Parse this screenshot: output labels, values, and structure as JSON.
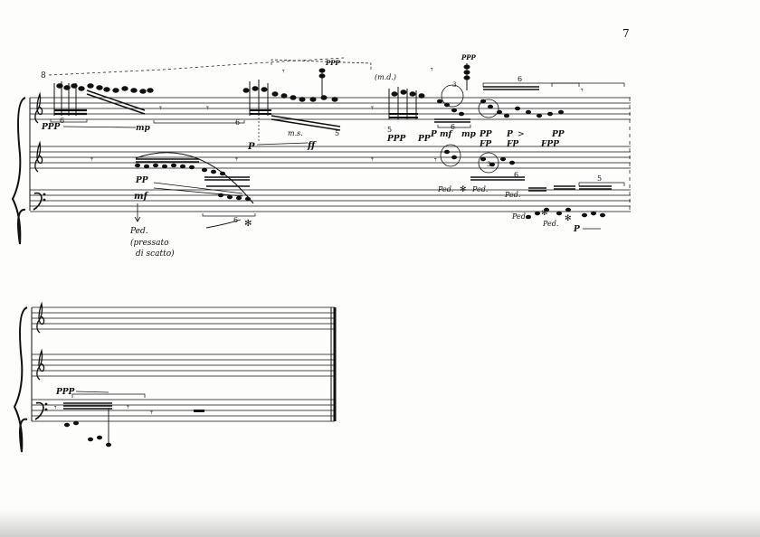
{
  "page_number": "7",
  "octave_mark": "8",
  "rh_annotation_ms": "m.s.",
  "rh_annotation_md": "(m.d.)",
  "tuplets": {
    "t6a": "6",
    "t6b": "6",
    "t5a": "5",
    "t5b": "5",
    "t6c": "6",
    "t6d": "6",
    "t6e": "6",
    "t6f": "6",
    "t3a": "3",
    "t3b": "3",
    "t5c": "5"
  },
  "dynamics": {
    "ppp_rh1": "PPP",
    "mp_rh1": "mp",
    "pp_lh1": "PP",
    "mf_lh1": "mf",
    "p_mid": "P",
    "ff_mid": "ff",
    "ppp_top1": "PPP",
    "ppp_top2": "PPP",
    "ppp_rh2": "PPP",
    "pp_rh2": "PP",
    "p_rh3": "P",
    "mf_rh3": "mf",
    "mp_rh3": "mp",
    "pp_rh4": "PP",
    "fp_rh5": "FP",
    "p_rh5": "P",
    "fpp_rh6": "FPP",
    "pp_rh7": "PP",
    "fp_rh7": "FP",
    "p_bass": "P",
    "ppp_sys2": "PPP"
  },
  "pedal": {
    "ped1": "Ped.",
    "ped_note": "(pressato",
    "ped_note2": "di scatto)",
    "ped2": "Ped.",
    "ped3": "Ped.",
    "ped4": "Ped.",
    "ped5": "Ped.",
    "ped6": "Ped."
  }
}
